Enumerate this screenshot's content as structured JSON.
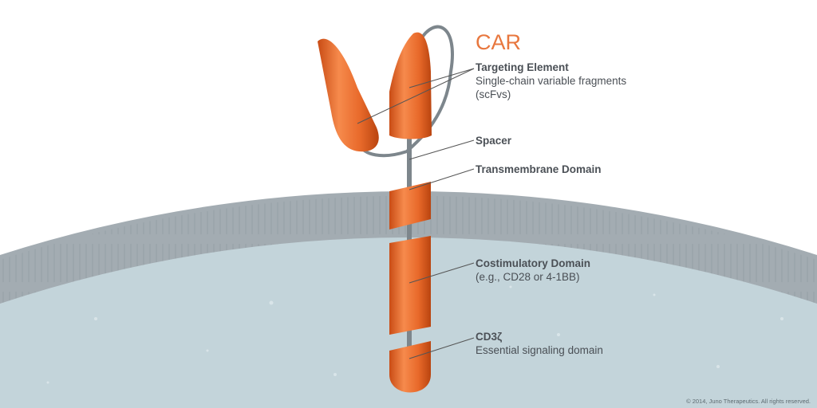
{
  "title": "CAR",
  "labels": [
    {
      "heading": "Targeting Element",
      "desc": "Single-chain variable fragments (scFvs)"
    },
    {
      "heading": "Spacer",
      "desc": ""
    },
    {
      "heading": "Transmembrane Domain",
      "desc": ""
    },
    {
      "heading": "Costimulatory Domain",
      "desc": "(e.g., CD28 or 4-1BB)"
    },
    {
      "heading": "CD3ζ",
      "desc": "Essential signaling domain"
    }
  ],
  "copyright": "© 2014, Juno Therapeutics. All rights reserved.",
  "colors": {
    "receptor": "#e8692a",
    "membrane": "#9ea7ad",
    "cytoplasm": "#c3d4da",
    "title": "#e8773e"
  }
}
